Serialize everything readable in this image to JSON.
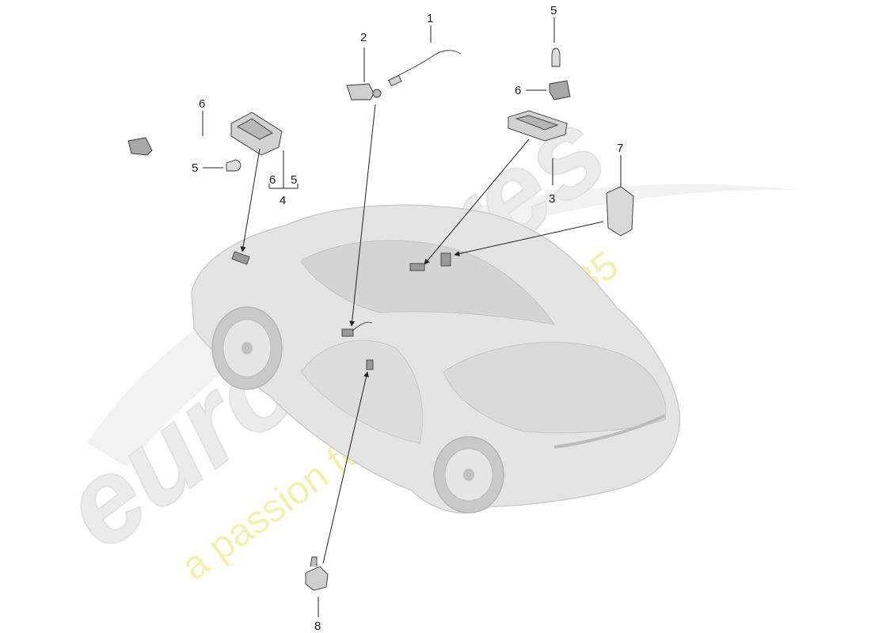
{
  "diagram": {
    "callouts": {
      "c1": "1",
      "c2": "2",
      "c3": "3",
      "c4": "4",
      "c4_sub6": "6",
      "c4_sub5": "5",
      "c5_top": "5",
      "c5_left": "5",
      "c6_top": "6",
      "c6_left": "6",
      "c7": "7",
      "c8": "8"
    }
  },
  "watermark": {
    "brand": "eurospares",
    "tagline": "a passion for parts since 1985",
    "brand_color": "#e9e9e9",
    "tagline_color": "#f3f0a6"
  },
  "colors": {
    "car_body": "#e4e4e4",
    "car_shade": "#cfcfcf",
    "part_fill": "#d6d6d6",
    "line": "#222222"
  }
}
